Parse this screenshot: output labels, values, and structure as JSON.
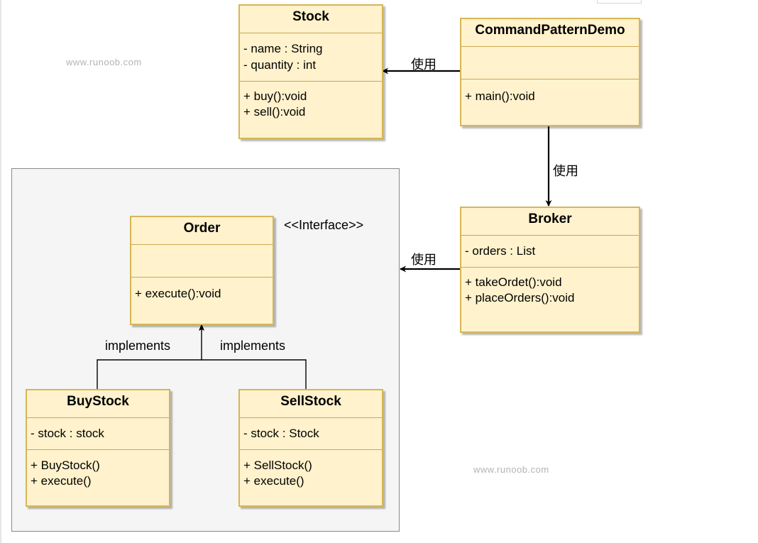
{
  "watermarks": [
    "www.runoob.com",
    "www.runoob.com"
  ],
  "stock": {
    "title": "Stock",
    "attributes": [
      "- name : String",
      "- quantity : int"
    ],
    "methods": [
      "+ buy():void",
      "+ sell():void"
    ]
  },
  "demo": {
    "title": "CommandPatternDemo",
    "methods": [
      "+ main():void"
    ]
  },
  "broker": {
    "title": "Broker",
    "attributes": [
      "- orders : List"
    ],
    "methods": [
      "+ takeOrdet():void",
      "+ placeOrders():void"
    ]
  },
  "order": {
    "title": "Order",
    "stereotype": "<<Interface>>",
    "methods": [
      "+ execute():void"
    ]
  },
  "buystock": {
    "title": "BuyStock",
    "attributes": [
      "- stock : stock"
    ],
    "methods": [
      "+ BuyStock()",
      "+ execute()"
    ]
  },
  "sellstock": {
    "title": "SellStock",
    "attributes": [
      "- stock : Stock"
    ],
    "methods": [
      "+ SellStock()",
      "+ execute()"
    ]
  },
  "edges": {
    "demo_to_stock": "使用",
    "demo_to_broker": "使用",
    "broker_to_orders": "使用",
    "buy_implements": "implements",
    "sell_implements": "implements"
  }
}
